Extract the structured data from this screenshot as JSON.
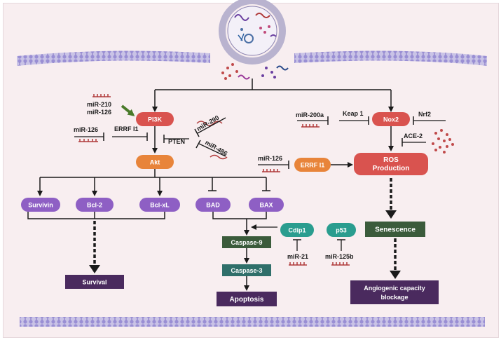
{
  "nodes": {
    "pi3k": "PI3K",
    "nox2": "Nox2",
    "akt": "Akt",
    "ros_line1": "ROS",
    "ros_line2": "Production",
    "errf_center": "ERRF I1",
    "survivin": "Survivin",
    "bcl2": "Bcl-2",
    "bclxl": "Bcl-xL",
    "bad": "BAD",
    "bax": "BAX",
    "cdip1": "Cdip1",
    "p53": "p53",
    "caspase9": "Caspase-9",
    "caspase3": "Caspase-3",
    "survival": "Survival",
    "apoptosis": "Apoptosis",
    "senescence": "Senescence",
    "angio_line1": "Angiogenic capacity",
    "angio_line2": "blockage"
  },
  "labels": {
    "mir210": "miR-210",
    "mir126_top": "miR-126",
    "mir126_left": "miR-126",
    "errf_left": "ERRF I1",
    "pten": "PTEN",
    "mir290": "miR-290",
    "mir486": "miR-486",
    "mir200a": "miR-200a",
    "keap1": "Keap 1",
    "nrf2": "Nrf2",
    "ace2": "ACE-2",
    "mir126_right": "miR-126",
    "mir21": "miR-21",
    "mir125b": "miR-125b"
  },
  "colors": {
    "background": "#f8eef0",
    "pi3k_nox2_ros": "#d9534f",
    "akt_errf": "#e8843a",
    "purple_pills": "#8e5fc4",
    "teal": "#2a9d8f",
    "dark_green": "#3b5b3b",
    "dark_purple": "#4a2a5e",
    "arrow": "#1a1a1a",
    "green_arrow": "#4a7a2a",
    "mirna": "#b03a3a"
  }
}
